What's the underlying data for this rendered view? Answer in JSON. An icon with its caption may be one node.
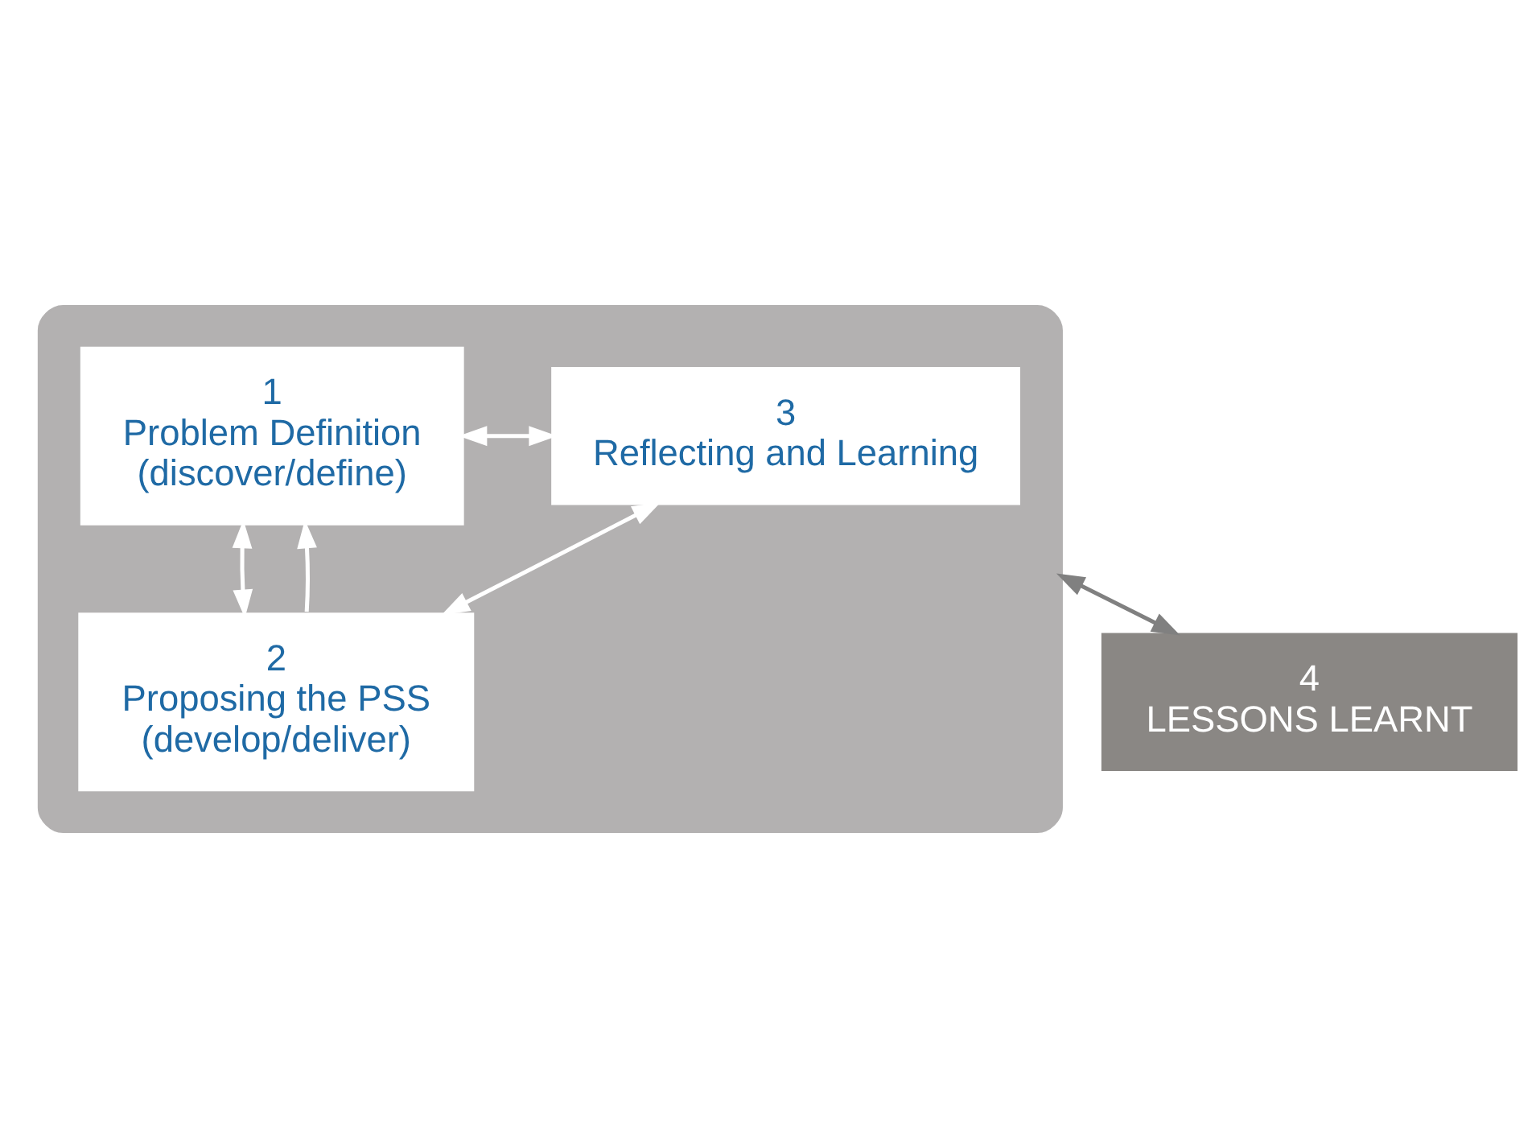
{
  "diagram": {
    "nodes": [
      {
        "text": [],
        "shape": "box"
      },
      {
        "text": [
          "1",
          "Problem Definition",
          "(discover/define)"
        ],
        "in": 0
      },
      {
        "text": [
          "2",
          "Proposing the PSS",
          "(develop/deliver)"
        ],
        "in": 0
      },
      {
        "text": [
          "3",
          "Reflecting and Learning"
        ],
        "in": 0
      },
      {
        "text": [
          "4",
          "LESSONS LEARNT"
        ]
      }
    ],
    "edges": [
      {
        "from": 1,
        "to": 3,
        "arrow": "both"
      },
      {
        "from": 1,
        "to": 2,
        "arrow": "both"
      },
      {
        "from": 2,
        "to": 1,
        "arrow": "to"
      },
      {
        "from": 2,
        "to": 3,
        "arrow": "both"
      },
      {
        "from": 0,
        "to": 4,
        "arrow": "both",
        "color": "#808080"
      }
    ]
  }
}
